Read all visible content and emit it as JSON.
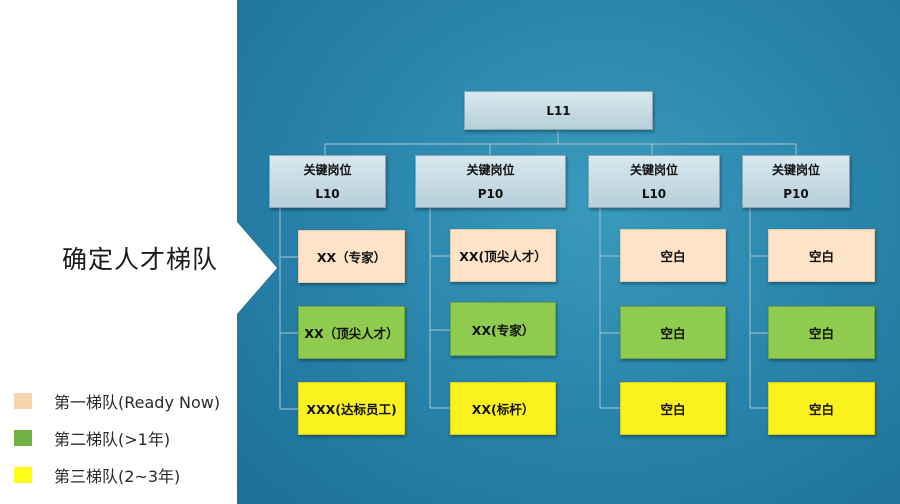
{
  "title": "确定人才梯队",
  "legend": [
    {
      "label": "第一梯队(Ready Now)",
      "color": "#f9d4ae"
    },
    {
      "label": "第二梯队(>1年)",
      "color": "#6fb144"
    },
    {
      "label": "第三梯队(2~3年)",
      "color": "#ffff1a"
    }
  ],
  "org": {
    "root": "L11",
    "positions": [
      {
        "role": "关键岗位",
        "level": "L10",
        "candidates": [
          "XX（专家）",
          "XX（顶尖人才）",
          "XXX(达标员工)"
        ]
      },
      {
        "role": "关键岗位",
        "level": "P10",
        "candidates": [
          "XX(顶尖人才）",
          "XX(专家）",
          "XX(标杆）"
        ]
      },
      {
        "role": "关键岗位",
        "level": "L10",
        "candidates": [
          "空白",
          "空白",
          "空白"
        ]
      },
      {
        "role": "关键岗位",
        "level": "P10",
        "candidates": [
          "空白",
          "空白",
          "空白"
        ]
      }
    ]
  }
}
